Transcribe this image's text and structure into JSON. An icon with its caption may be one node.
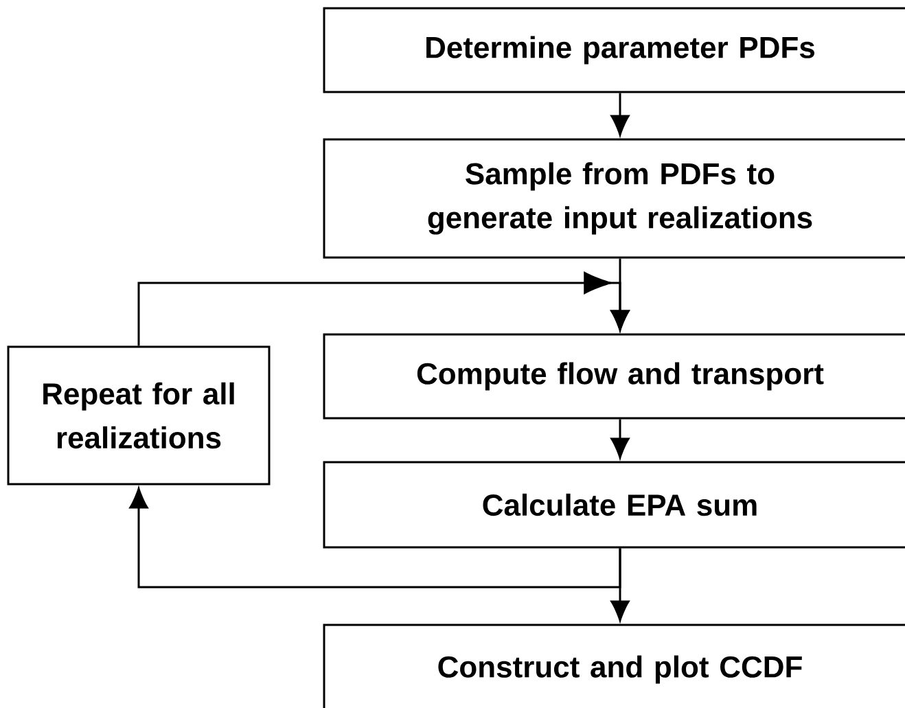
{
  "diagram": {
    "nodes": [
      {
        "text": [
          "Determine parameter PDFs"
        ]
      },
      {
        "text": [
          "Sample from PDFs to generate input realizations"
        ]
      },
      {
        "text": [
          "Compute flow and transport"
        ]
      },
      {
        "text": [
          "Calculate EPA sum"
        ]
      },
      {
        "text": [
          "Repeat for all realizations"
        ]
      },
      {
        "text": [
          "Construct and plot CCDF"
        ]
      }
    ],
    "edges": [
      {
        "from": 0,
        "to": 1,
        "arrow": "to"
      },
      {
        "from": 1,
        "to": 2,
        "arrow": "to"
      },
      {
        "from": 4,
        "to": 2,
        "arrow": "to"
      },
      {
        "from": 2,
        "to": 3,
        "arrow": "to"
      },
      {
        "from": 3,
        "to": 4,
        "arrow": "to"
      },
      {
        "from": 3,
        "to": 5,
        "arrow": "to"
      }
    ]
  }
}
